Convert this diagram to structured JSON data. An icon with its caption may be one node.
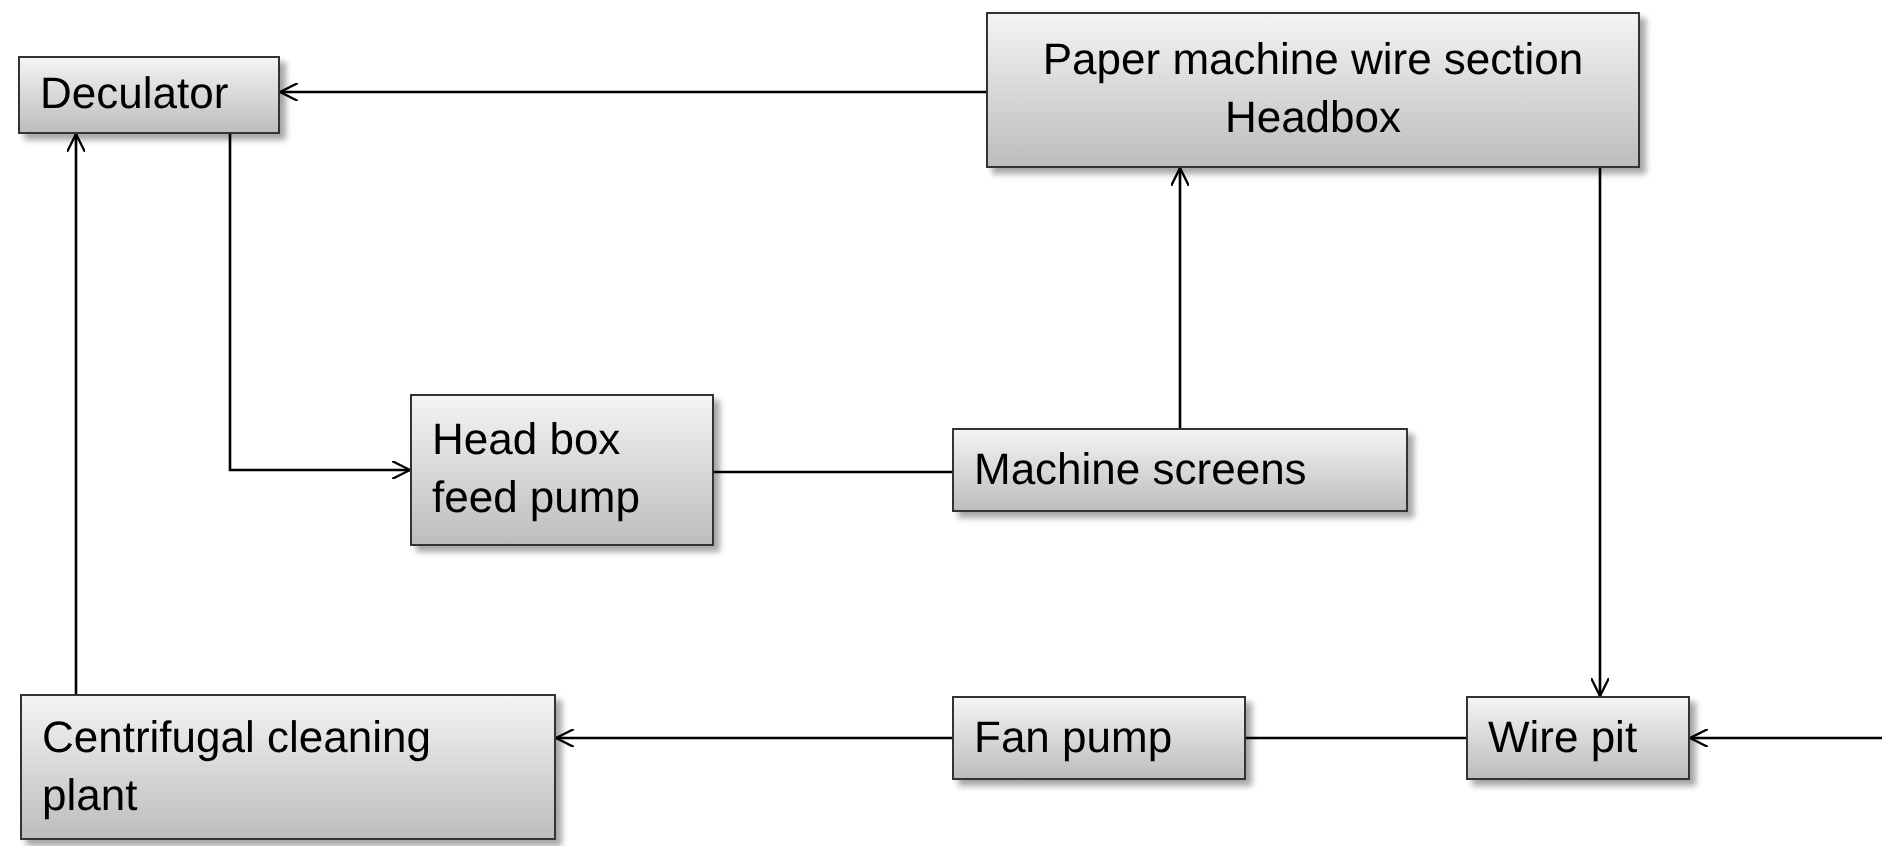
{
  "diagram": {
    "nodes": [
      {
        "text": [
          "Deculator"
        ]
      },
      {
        "text": [
          "Paper machine wire section",
          "Headbox"
        ]
      },
      {
        "text": [
          "Head box feed pump"
        ]
      },
      {
        "text": [
          "Machine screens"
        ]
      },
      {
        "text": [
          "Centrifugal cleaning plant"
        ]
      },
      {
        "text": [
          "Fan pump"
        ]
      },
      {
        "text": [
          "Wire pit"
        ]
      }
    ],
    "edges": [
      {
        "from": 1,
        "to": 0,
        "arrow": "to"
      },
      {
        "from": 0,
        "to": 2,
        "arrow": "to"
      },
      {
        "from": 2,
        "to": 3,
        "arrow": "none"
      },
      {
        "from": 3,
        "to": 1,
        "arrow": "to"
      },
      {
        "from": 1,
        "to": 6,
        "arrow": "to"
      },
      {
        "from": null,
        "to": 6,
        "arrow": "to"
      },
      {
        "from": 6,
        "to": 5,
        "arrow": "none"
      },
      {
        "from": 5,
        "to": 4,
        "arrow": "to"
      },
      {
        "from": 4,
        "to": 0,
        "arrow": "to"
      }
    ]
  }
}
